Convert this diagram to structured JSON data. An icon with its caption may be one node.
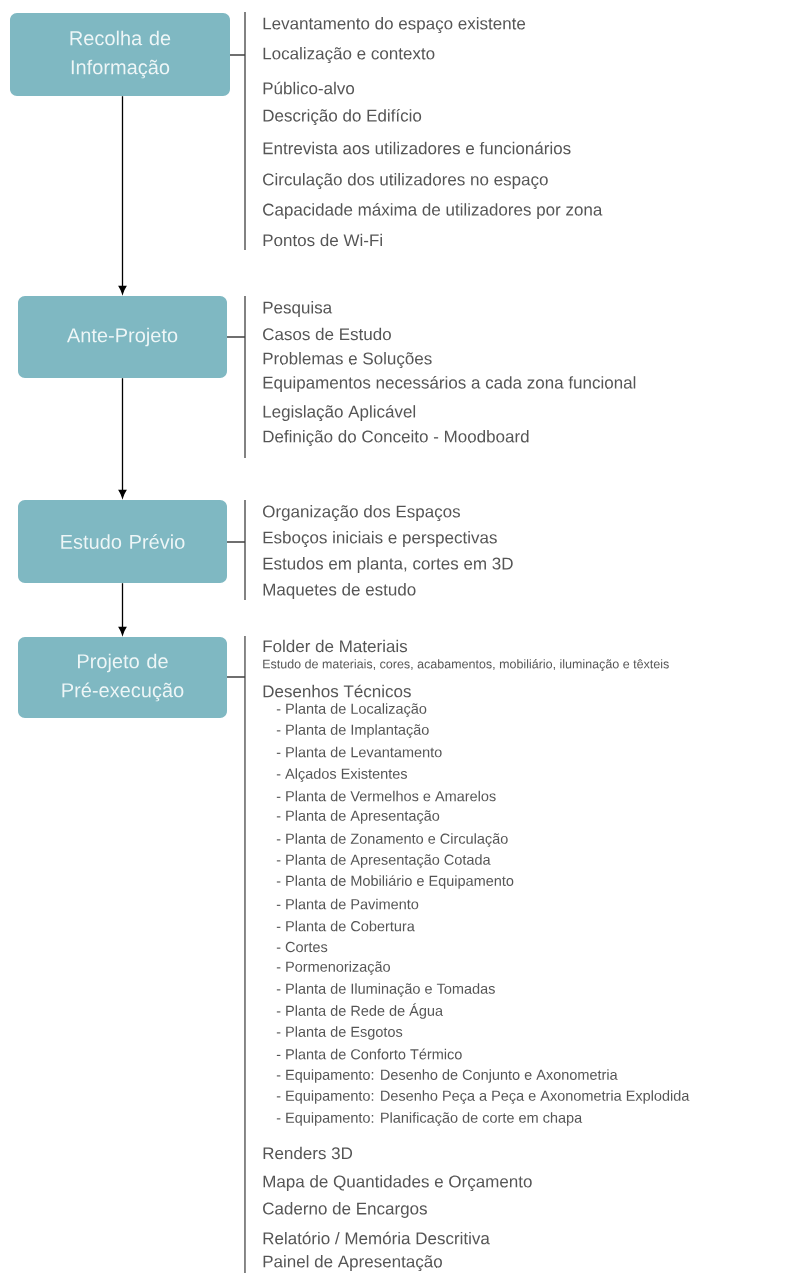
{
  "diagram": {
    "nodes": [
      {
        "text": [
          "Recolha de Informação"
        ]
      },
      {
        "text": [
          "Ante-Projeto"
        ]
      },
      {
        "text": [
          "Estudo Prévio"
        ]
      },
      {
        "text": [
          "Projeto de Pré-execução"
        ]
      }
    ],
    "edges": [
      {
        "from": 0,
        "to": 1,
        "arrow": "to"
      },
      {
        "from": 1,
        "to": 2,
        "arrow": "to"
      },
      {
        "from": 2,
        "to": 3,
        "arrow": "to"
      }
    ],
    "labels": [
      "Levantamento do espaço existente",
      "Localização e contexto",
      "Público-alvo",
      "Descrição do Edifício",
      "Entrevista aos utilizadores e funcionários",
      "Circulação dos utilizadores no espaço",
      "Capacidade máxima de utilizadores por zona",
      "Pontos de Wi-Fi",
      "Pesquisa",
      "Casos de Estudo",
      "Problemas e Soluções",
      "Equipamentos necessários a cada zona funcional",
      "Legislação Aplicável",
      "Definição do Conceito - Moodboard",
      "Organização dos Espaços",
      "Esboços iniciais e perspectivas",
      "Estudos em planta, cortes em 3D",
      "Maquetes de estudo",
      "Folder de Materiais",
      "Estudo de materiais, cores, acabamentos, mobiliário, iluminação e têxteis",
      "Desenhos Técnicos",
      "- Planta de Localização",
      "- Planta de Implantação",
      "- Planta de Levantamento",
      "- Alçados Existentes",
      "- Planta de Vermelhos e Amarelos",
      "- Planta de Apresentação",
      "- Planta de Zonamento e Circulação",
      "- Planta de Apresentação Cotada",
      "- Planta de Mobiliário e Equipamento",
      "- Planta de Pavimento",
      "- Planta de Cobertura",
      "- Cortes",
      "- Pormenorização",
      "- Planta de Iluminação e Tomadas",
      "- Planta de Rede de Água",
      "- Planta de Esgotos",
      "- Planta de Conforto Térmico",
      "- Equipamento: Desenho de Conjunto e Axonometria",
      "- Equipamento: Desenho Peça a Peça e Axonometria Explodida",
      "- Equipamento: Planificação de corte em chapa",
      "Renders 3D",
      "Mapa de Quantidades e Orçamento",
      "Caderno de Encargos",
      "Relatório / Memória Descritiva",
      "Painel de Apresentação"
    ]
  }
}
